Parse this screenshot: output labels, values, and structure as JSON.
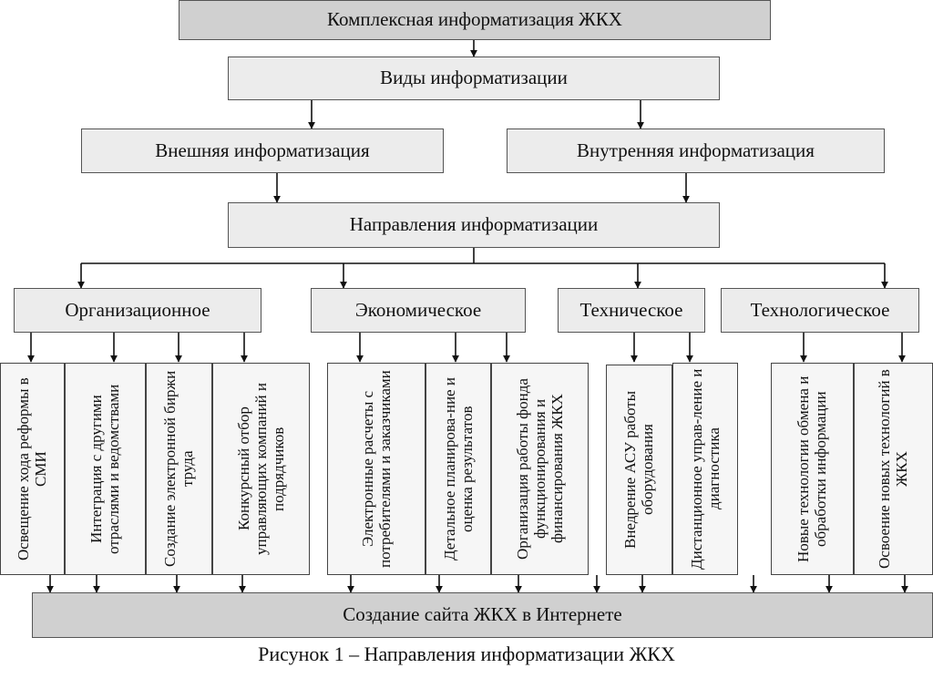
{
  "diagram": {
    "root": "Комплексная информатизация ЖКХ",
    "types_header": "Виды информатизации",
    "external": "Внешняя информатизация",
    "internal": "Внутренняя информатизация",
    "directions_header": "Направления информатизации",
    "categories": [
      {
        "label": "Организационное",
        "items": [
          "Освещение хода реформы в СМИ",
          "Интеграция с другими отраслями и ведомствами",
          "Создание электронной биржи труда",
          "Конкурсный отбор управляющих компаний и подрядчиков"
        ]
      },
      {
        "label": "Экономическое",
        "items": [
          "Электронные расчеты с потребителями и заказчиками",
          "Детальное планирова-ние и оценка результатов",
          "Организация работы фонда функционирования и финансирования ЖКХ"
        ]
      },
      {
        "label": "Техническое",
        "items": [
          "Внедрение АСУ работы оборудования",
          "Дистанционное управ-ление и диагностика"
        ]
      },
      {
        "label": "Технологическое",
        "items": [
          "Новые технологии обмена и обработки информации",
          "Освоение новых технологий в ЖКХ"
        ]
      }
    ],
    "bottom": "Создание сайта ЖКХ в Интернете",
    "caption": "Рисунок 1 – Направления информатизации ЖКХ"
  }
}
